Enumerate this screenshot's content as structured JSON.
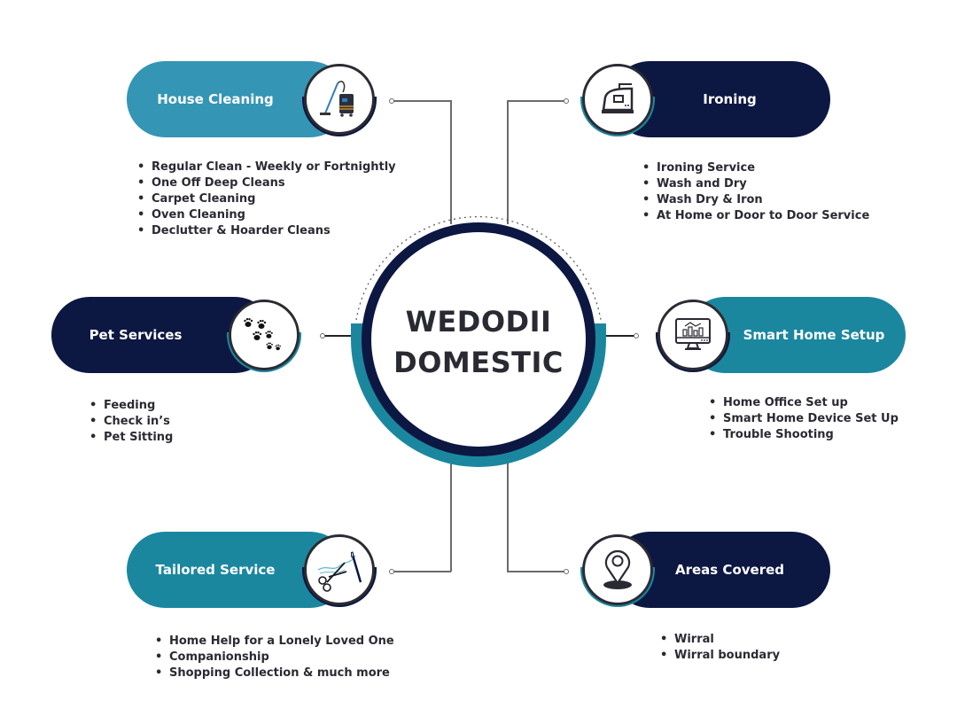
{
  "center": {
    "line1": "WEDODII",
    "line2": "DOMESTIC"
  },
  "colors": {
    "navy": "#0c1742",
    "teal": "#1b879f",
    "teal_light": "#3595b4",
    "text": "#2a2a33"
  },
  "services": [
    {
      "id": "house-cleaning",
      "title": "House Cleaning",
      "icon": "vacuum-cleaner-icon",
      "items": [
        "Regular Clean  - Weekly or Fortnightly",
        "One Off Deep Cleans",
        "Carpet Cleaning",
        "Oven Cleaning",
        "Declutter & Hoarder Cleans"
      ]
    },
    {
      "id": "ironing",
      "title": "Ironing",
      "icon": "iron-icon",
      "items": [
        "Ironing Service",
        "Wash and Dry",
        "Wash Dry & Iron",
        "At Home or Door to Door Service"
      ]
    },
    {
      "id": "pet-services",
      "title": "Pet Services",
      "icon": "paw-prints-icon",
      "items": [
        "Feeding",
        "Check in’s",
        "Pet Sitting"
      ]
    },
    {
      "id": "smart-home-setup",
      "title": "Smart Home Setup",
      "icon": "monitor-chart-icon",
      "items": [
        "Home Office Set up",
        "Smart Home Device Set Up",
        "Trouble Shooting"
      ]
    },
    {
      "id": "tailored-service",
      "title": "Tailored Service",
      "icon": "scissors-needle-icon",
      "items": [
        "Home Help for a Lonely Loved One",
        "Companionship",
        "Shopping Collection & much more"
      ]
    },
    {
      "id": "areas-covered",
      "title": "Areas Covered",
      "icon": "location-pin-icon",
      "items": [
        "Wirral",
        "Wirral boundary"
      ]
    }
  ]
}
